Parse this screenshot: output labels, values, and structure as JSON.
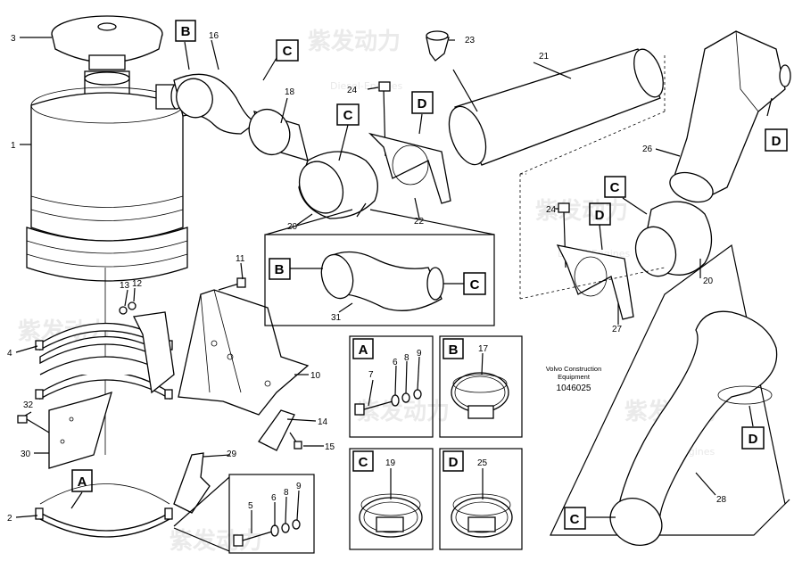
{
  "watermark": {
    "brand": "紫发动力",
    "sub": "Diesel-Engines"
  },
  "note": {
    "line1": "Volvo Construction",
    "line2": "Equipment",
    "ref": "1046025"
  },
  "box_letters": {
    "A": "A",
    "B": "B",
    "C": "C",
    "D": "D"
  },
  "detail_boxes": {
    "A": {
      "letter": "A",
      "parts": [
        "7",
        "6",
        "8",
        "9"
      ]
    },
    "B": {
      "letter": "B",
      "part": "17"
    },
    "C": {
      "letter": "C",
      "part": "19"
    },
    "D": {
      "letter": "D",
      "part": "25"
    },
    "bottom": {
      "parts": [
        "5",
        "6",
        "8",
        "9"
      ]
    },
    "inset31": {
      "part": "31"
    }
  },
  "part_numbers": [
    "1",
    "2",
    "3",
    "4",
    "10",
    "11",
    "12",
    "13",
    "14",
    "15",
    "16",
    "18",
    "20",
    "21",
    "22",
    "23",
    "24",
    "26",
    "27",
    "28",
    "29",
    "30",
    "32"
  ]
}
